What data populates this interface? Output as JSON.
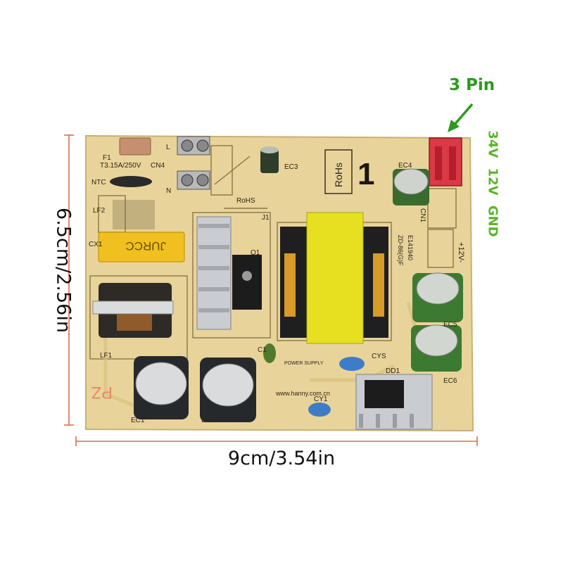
{
  "dimensions": {
    "width_label": "9cm/3.54in",
    "height_label": "6.5cm/2.56in"
  },
  "connector": {
    "label": "3 Pin",
    "voltage_label": "34V 12V GND",
    "label_color": "#2b9b1c"
  },
  "board_markings": {
    "fuse": "F1",
    "fuse_rating": "T3.15A/250V",
    "cn4": "CN4",
    "ntc": "NTC",
    "live": "L",
    "neutral": "N",
    "rohs_big": "RoHs",
    "rohs_small": "RoHS",
    "lf2": "LF2",
    "lf1": "LF1",
    "capacitor_brand": "JURCC",
    "cx1": "CX1",
    "q1": "Q1",
    "j1": "J1",
    "c1": "C1",
    "ec1": "EC1",
    "ec2": "EC2",
    "ec3": "EC3",
    "ec4": "EC4",
    "ec5": "EC5",
    "ec6": "EC6",
    "cys": "CYS",
    "cy1": "CY1",
    "dd1": "DD1",
    "transformer": "ZD-86(G)F",
    "transformer_id": "E141940",
    "cn1": "CN1",
    "output_marking": "+12V-",
    "logo_text": "POWER SUPPLY",
    "website": "www.hanny.com.cn",
    "silk_mark": "PZ",
    "number": "1"
  },
  "colors": {
    "board": "#e8d49a",
    "dimension_line": "#e06c4e",
    "capacitor_yellow": "#f0c020",
    "transformer_yellow": "#e6e020",
    "connector_red": "#d93a45"
  }
}
